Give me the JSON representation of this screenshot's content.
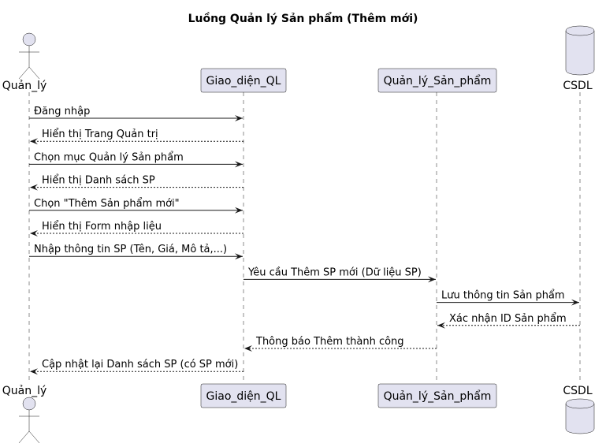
{
  "title": "Luồng Quản lý Sản phẩm (Thêm mới)",
  "participants": [
    {
      "id": "p0",
      "name": "Quản_lý",
      "kind": "actor"
    },
    {
      "id": "p1",
      "name": "Giao_diện_QL",
      "kind": "participant"
    },
    {
      "id": "p2",
      "name": "Quản_lý_Sản_phẩm",
      "kind": "participant"
    },
    {
      "id": "p3",
      "name": "CSDL",
      "kind": "database"
    }
  ],
  "messages": [
    {
      "from": 0,
      "to": 1,
      "text": "Đăng nhập",
      "style": "solid"
    },
    {
      "from": 1,
      "to": 0,
      "text": "Hiển thị Trang Quản trị",
      "style": "dashed"
    },
    {
      "from": 0,
      "to": 1,
      "text": "Chọn mục Quản lý Sản phẩm",
      "style": "solid"
    },
    {
      "from": 1,
      "to": 0,
      "text": "Hiển thị Danh sách SP",
      "style": "dashed"
    },
    {
      "from": 0,
      "to": 1,
      "text": "Chọn \"Thêm Sản phẩm mới\"",
      "style": "solid"
    },
    {
      "from": 1,
      "to": 0,
      "text": "Hiển thị Form nhập liệu",
      "style": "dashed"
    },
    {
      "from": 0,
      "to": 1,
      "text": "Nhập thông tin SP (Tên, Giá, Mô tả,...)",
      "style": "solid"
    },
    {
      "from": 1,
      "to": 2,
      "text": "Yêu cầu Thêm SP mới (Dữ liệu SP)",
      "style": "solid"
    },
    {
      "from": 2,
      "to": 3,
      "text": "Lưu thông tin Sản phẩm",
      "style": "solid"
    },
    {
      "from": 3,
      "to": 2,
      "text": "Xác nhận ID Sản phẩm",
      "style": "dashed"
    },
    {
      "from": 2,
      "to": 1,
      "text": "Thông báo Thêm thành công",
      "style": "dashed"
    },
    {
      "from": 1,
      "to": 0,
      "text": "Cập nhật lại Danh sách SP (có SP mới)",
      "style": "dashed"
    }
  ]
}
